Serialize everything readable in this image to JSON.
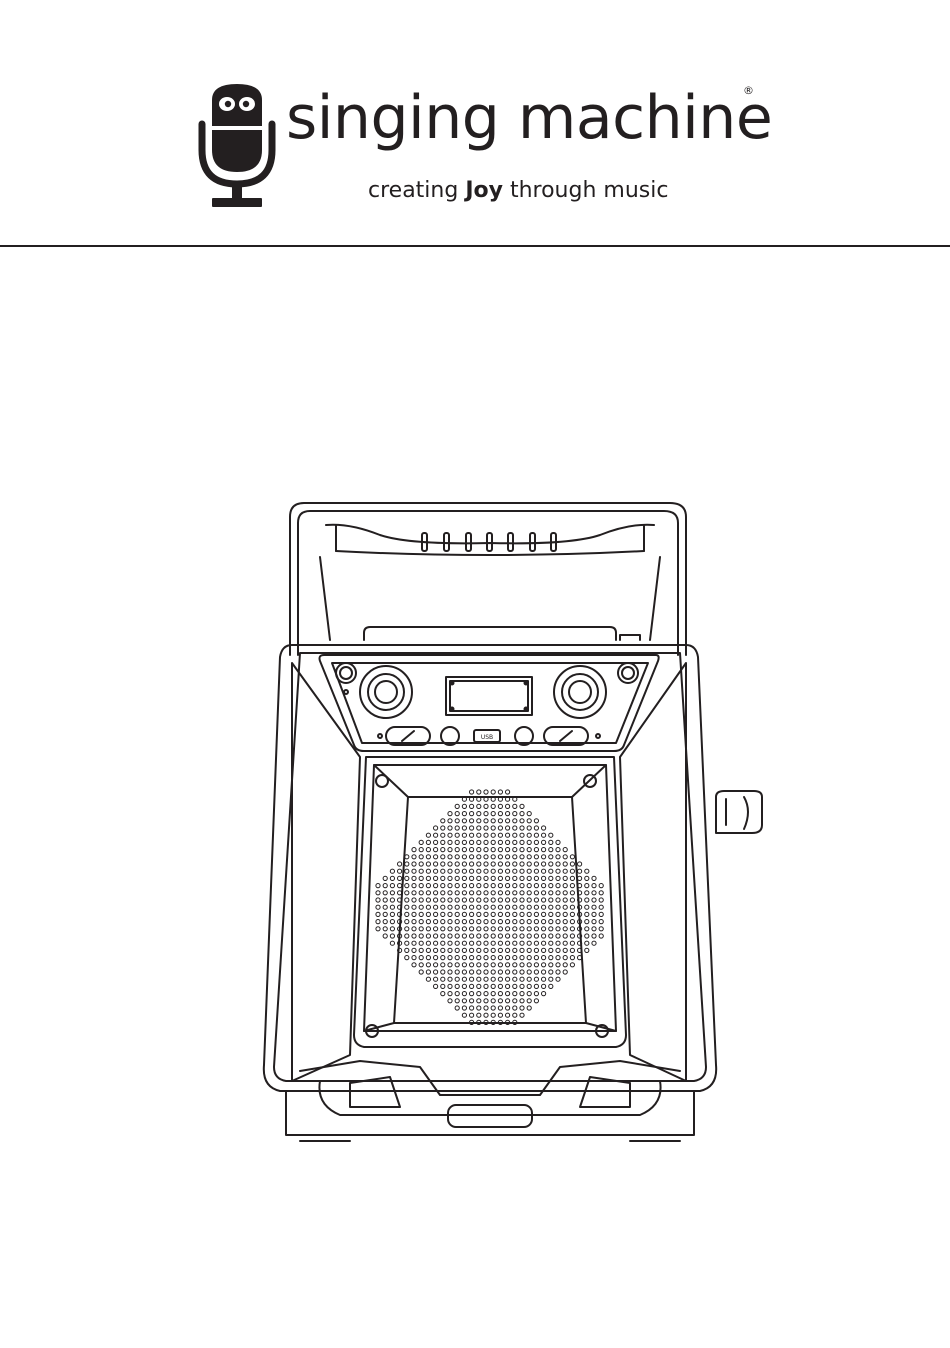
{
  "logo": {
    "brand_name": "singing machine",
    "registered_mark": "®",
    "tagline_pre": "creating ",
    "tagline_emphasis": "Joy",
    "tagline_post": " through music",
    "mic_icon": "microphone-mascot-icon"
  },
  "illustration": {
    "subject": "karaoke-speaker-drawing",
    "display_label": "USB"
  },
  "colors": {
    "ink": "#231f20",
    "background": "#ffffff"
  }
}
